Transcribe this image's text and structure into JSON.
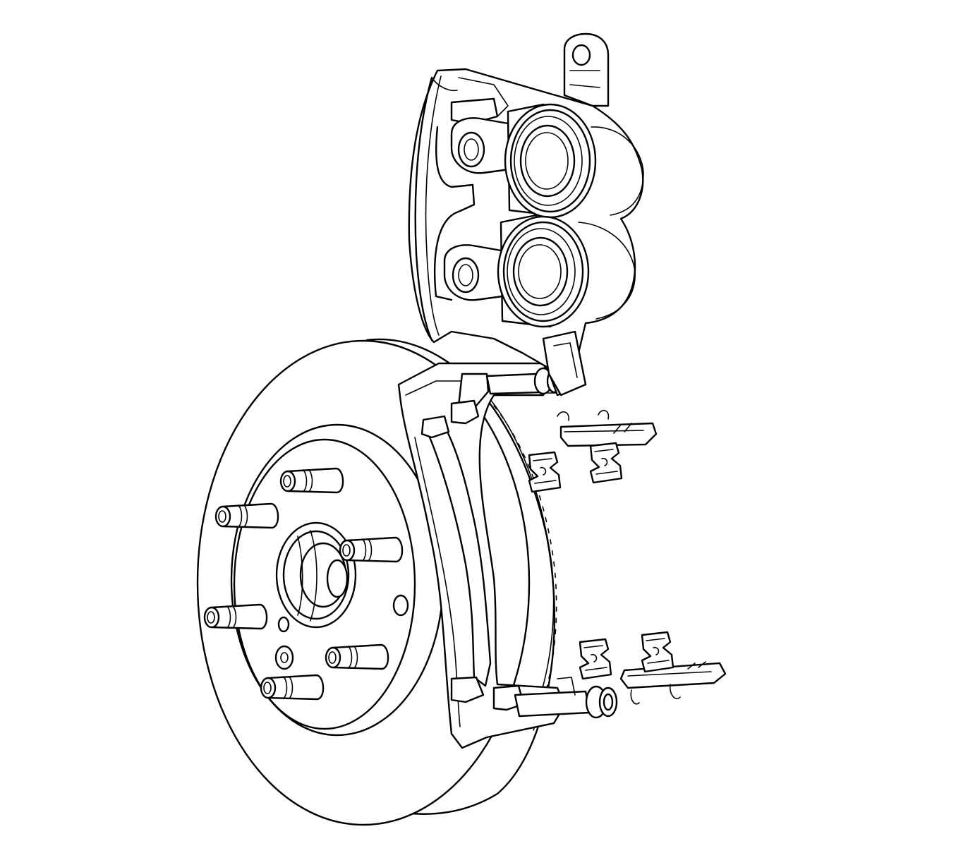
{
  "diagram": {
    "line_color": "#000000",
    "background_color": "#ffffff",
    "wheel_stud_count": 6,
    "caliper_piston_count": 2,
    "pad_clip_count": 4
  }
}
